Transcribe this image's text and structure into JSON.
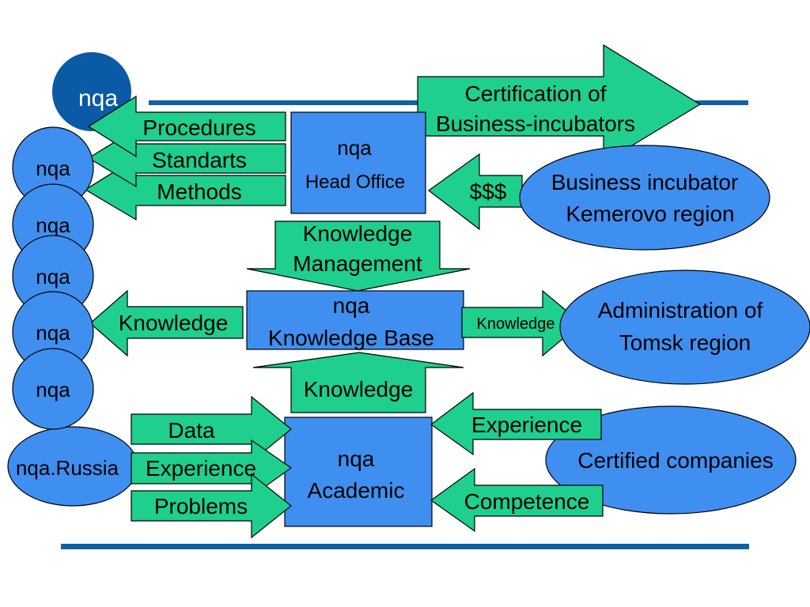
{
  "colors": {
    "arrow": "#1ecf8d",
    "box": "#3f8ff0",
    "logo": "#0a5aa5",
    "rule": "#1060a8"
  },
  "logo": {
    "text": "nqa"
  },
  "nodes": {
    "head_office": {
      "line1": "nqa",
      "line2": "Head Office"
    },
    "knowledge_base": {
      "line1": "nqa",
      "line2": "Knowledge Base"
    },
    "academic": {
      "line1": "nqa",
      "line2": "Academic"
    },
    "business_incubator": {
      "line1": "Business incubator",
      "line2": "Kemerovo region"
    },
    "administration": {
      "line1": "Administration of",
      "line2": "Tomsk region"
    },
    "certified": {
      "line1": "Certified companies"
    },
    "nqa_russia": {
      "line1": "nqa.Russia"
    },
    "nqa_circles": [
      "nqa",
      "nqa",
      "nqa",
      "nqa",
      "nqa"
    ]
  },
  "arrows": {
    "certification": {
      "line1": "Certification of",
      "line2": "Business-incubators"
    },
    "procedures": "Procedures",
    "standarts": "Standarts",
    "methods": "Methods",
    "money": "$$$",
    "knowledge_management": {
      "line1": "Knowledge",
      "line2": "Management"
    },
    "knowledge_left": "Knowledge",
    "knowledge_right": "Knowledge",
    "knowledge_up": "Knowledge",
    "data": "Data",
    "experience_in": "Experience",
    "problems": "Problems",
    "experience_out": "Experience",
    "competence": "Competence"
  }
}
